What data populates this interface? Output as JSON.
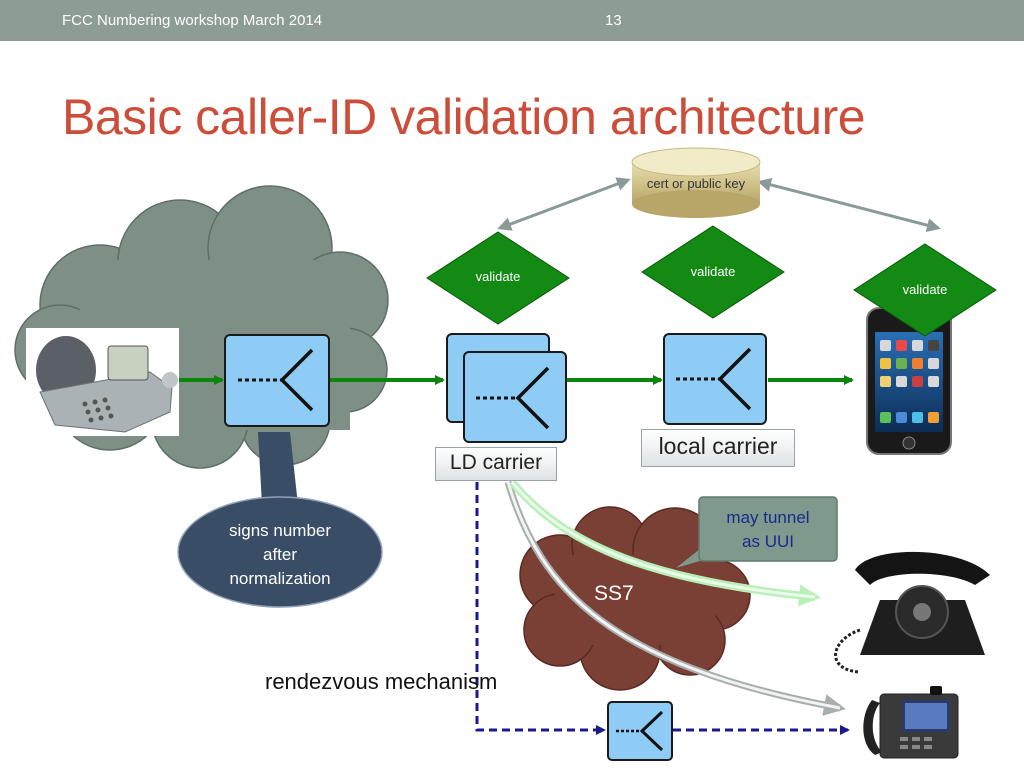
{
  "header": {
    "footer_left": "FCC Numbering workshop March 2014",
    "slide_number": "13"
  },
  "slide": {
    "title": "Basic caller-ID validation architecture"
  },
  "diagram": {
    "database_label": "cert or public key",
    "validate_labels": [
      "validate",
      "validate",
      "validate"
    ],
    "ld_carrier": "LD carrier",
    "local_carrier": "local carrier",
    "signs_callout": [
      "signs number",
      "after",
      "normalization"
    ],
    "ss7_label": "SS7",
    "tunnel_callout": [
      "may tunnel",
      "as UUI"
    ],
    "rendezvous_label": "rendezvous mechanism"
  },
  "colors": {
    "header_bar": "#8d9c95",
    "title": "#cc4e3a",
    "validate_diamond": "#138a13",
    "switch_fill": "#8ecbf5",
    "signal_arrow": "#0c850c",
    "rendezvous_dashed": "#1a1a8c",
    "ss7_cloud": "#7a4035",
    "grey_cloud": "#7e8f86",
    "signs_bubble": "#3a4d66",
    "tunnel_callout": "#7f9a8d"
  }
}
